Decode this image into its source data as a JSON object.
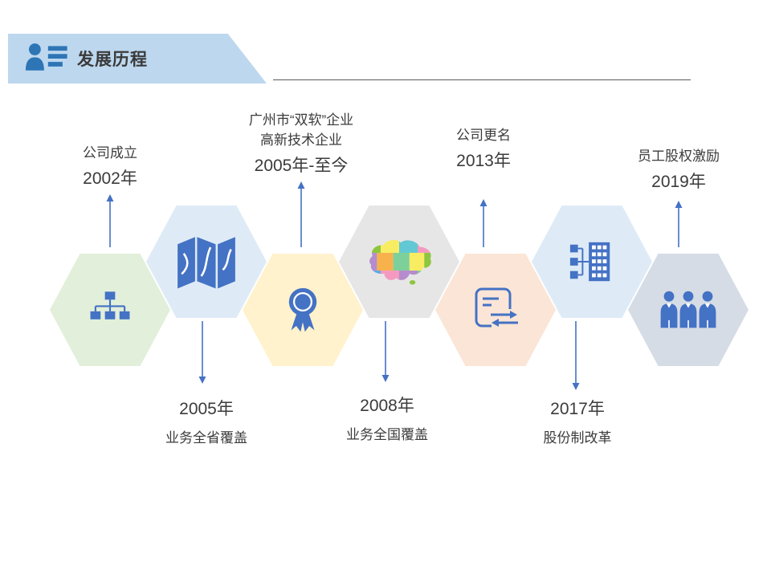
{
  "header": {
    "title": "发展历程",
    "banner_color": "#BDD7EE",
    "icon": "person-list-icon",
    "icon_color": "#2E75B6"
  },
  "colors": {
    "arrow": "#4472C4",
    "icon_blue": "#4472C4",
    "text": "#3B3B3B"
  },
  "milestones": [
    {
      "icon": "org-chart-icon",
      "hex_color": "#E2EFDA",
      "text_position": "above",
      "labels": [
        "公司成立"
      ],
      "year": "2002年"
    },
    {
      "icon": "map-icon",
      "hex_color": "#DEEBF7",
      "text_position": "below",
      "labels": [
        "业务全省覆盖"
      ],
      "year": "2005年"
    },
    {
      "icon": "award-icon",
      "hex_color": "#FFF2CC",
      "text_position": "above",
      "labels": [
        "广州市“双软”企业",
        "高新技术企业"
      ],
      "year": "2005年-至今"
    },
    {
      "icon": "china-map-icon",
      "hex_color": "#E7E6E6",
      "text_position": "below",
      "labels": [
        "业务全国覆盖"
      ],
      "year": "2008年"
    },
    {
      "icon": "document-transfer-icon",
      "hex_color": "#FBE5D6",
      "text_position": "above",
      "labels": [
        "公司更名"
      ],
      "year": "2013年"
    },
    {
      "icon": "building-nodes-icon",
      "hex_color": "#DEEBF7",
      "text_position": "below",
      "labels": [
        "股份制改革"
      ],
      "year": "2017年"
    },
    {
      "icon": "people-icon",
      "hex_color": "#D6DCE5",
      "text_position": "above",
      "labels": [
        "员工股权激励"
      ],
      "year": "2019年"
    }
  ]
}
